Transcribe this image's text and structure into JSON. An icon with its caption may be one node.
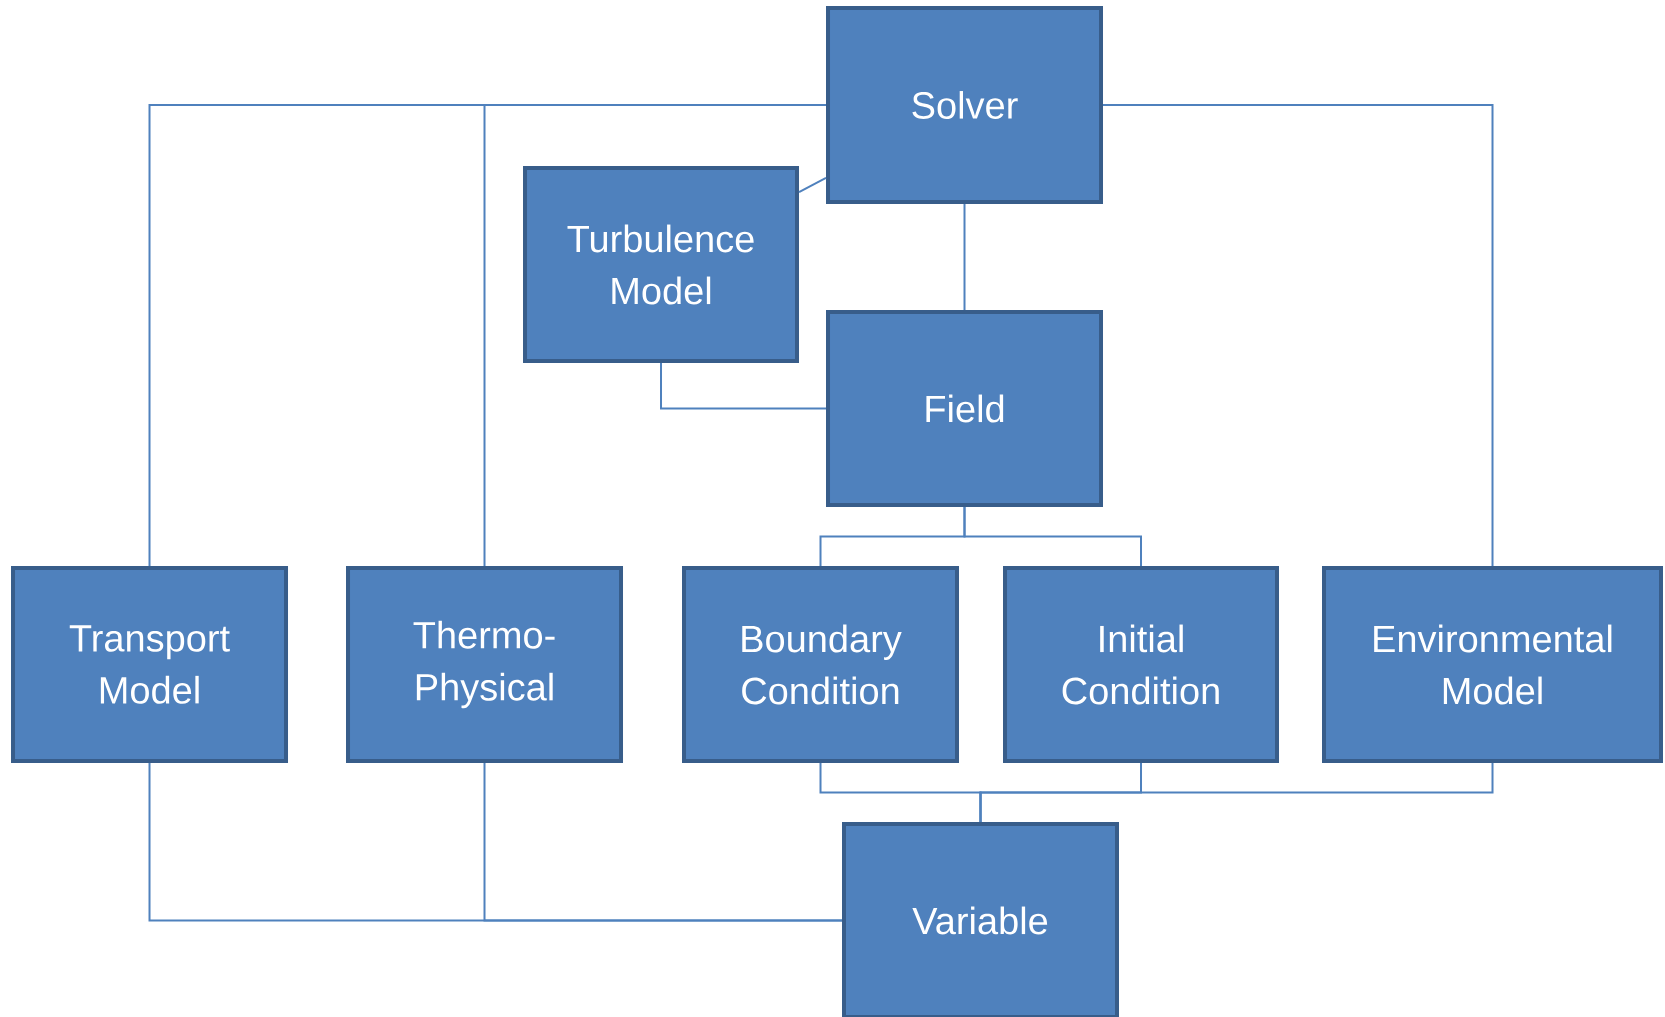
{
  "diagram": {
    "nodes": [
      {
        "text": [
          "Solver"
        ]
      },
      {
        "text": [
          "Turbulence Model"
        ]
      },
      {
        "text": [
          "Field"
        ]
      },
      {
        "text": [
          "Transport Model"
        ]
      },
      {
        "text": [
          "Thermo- Physical"
        ]
      },
      {
        "text": [
          "Boundary Condition"
        ]
      },
      {
        "text": [
          "Initial Condition"
        ]
      },
      {
        "text": [
          "Environmental Model"
        ]
      },
      {
        "text": [
          "Variable"
        ]
      }
    ],
    "edges": [
      {
        "from": 0,
        "to": 3,
        "arrow": "none"
      },
      {
        "from": 0,
        "to": 4,
        "arrow": "none"
      },
      {
        "from": 0,
        "to": 1,
        "arrow": "none"
      },
      {
        "from": 0,
        "to": 7,
        "arrow": "none"
      },
      {
        "from": 0,
        "to": 2,
        "arrow": "none"
      },
      {
        "from": 1,
        "to": 2,
        "arrow": "none"
      },
      {
        "from": 2,
        "to": 5,
        "arrow": "none"
      },
      {
        "from": 2,
        "to": 6,
        "arrow": "none"
      },
      {
        "from": 3,
        "to": 8,
        "arrow": "none"
      },
      {
        "from": 4,
        "to": 8,
        "arrow": "none"
      },
      {
        "from": 5,
        "to": 8,
        "arrow": "none"
      },
      {
        "from": 6,
        "to": 8,
        "arrow": "none"
      },
      {
        "from": 7,
        "to": 8,
        "arrow": "none"
      }
    ]
  }
}
